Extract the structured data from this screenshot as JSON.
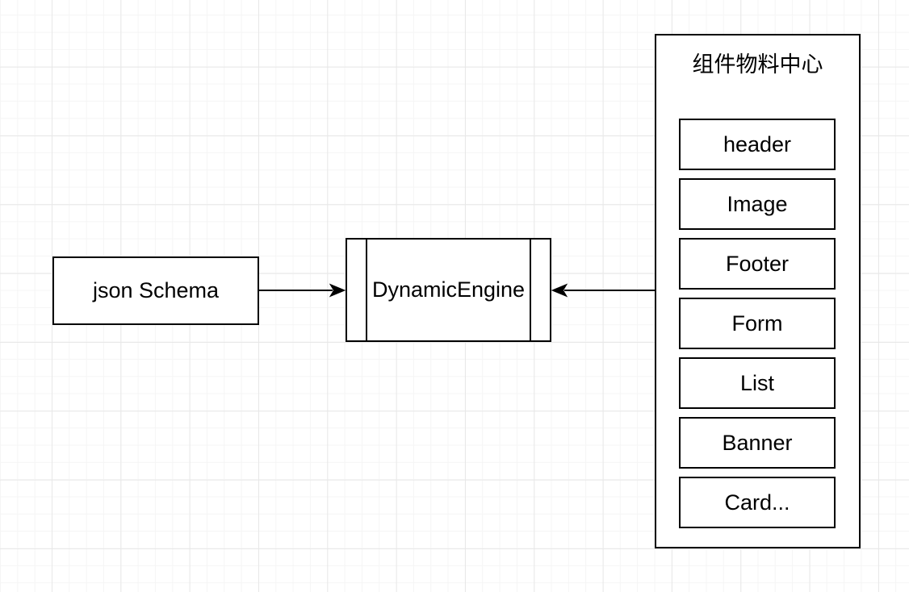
{
  "diagram": {
    "colors": {
      "stroke": "#000000",
      "node_fill": "#ffffff",
      "canvas_background": "#ffffff",
      "grid_minor": "#f5f5f5",
      "grid_major": "#e8e8e8",
      "text": "#000000"
    },
    "json_schema": {
      "label": "json Schema"
    },
    "dynamic_engine": {
      "label": "DynamicEngine"
    },
    "material_center": {
      "title": "组件物料中心",
      "items": [
        "header",
        "Image",
        "Footer",
        "Form",
        "List",
        "Banner",
        "Card..."
      ]
    },
    "connections": [
      {
        "from": "json Schema",
        "to": "DynamicEngine",
        "arrow": "into DynamicEngine left edge"
      },
      {
        "from": "组件物料中心",
        "to": "DynamicEngine",
        "arrow": "into DynamicEngine right edge"
      }
    ]
  }
}
